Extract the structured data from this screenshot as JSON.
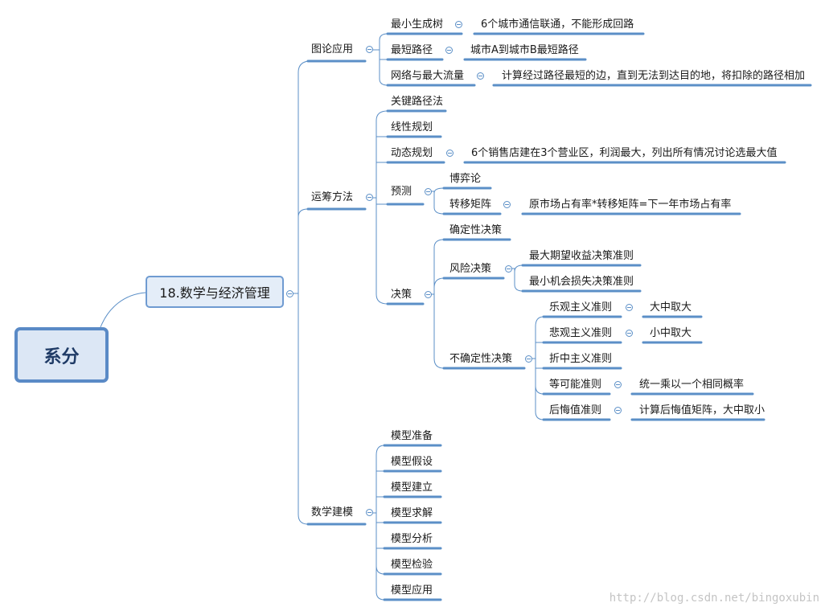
{
  "root": {
    "label": "系分"
  },
  "main_topic": {
    "label": "18.数学与经济管理"
  },
  "branches": {
    "graph": {
      "label": "图论应用",
      "mst": {
        "label": "最小生成树",
        "note": "6个城市通信联通，不能形成回路"
      },
      "shortest": {
        "label": "最短路径",
        "note": "城市A到城市B最短路径"
      },
      "flow": {
        "label": "网络与最大流量",
        "note": "计算经过路径最短的边，直到无法到达目的地，将扣除的路径相加"
      }
    },
    "or": {
      "label": "运筹方法",
      "cpm": {
        "label": "关键路径法"
      },
      "lp": {
        "label": "线性规划"
      },
      "dp": {
        "label": "动态规划",
        "note": "6个销售店建在3个营业区，利润最大，列出所有情况讨论选最大值"
      },
      "forecast": {
        "label": "预测",
        "game": {
          "label": "博弈论"
        },
        "markov": {
          "label": "转移矩阵",
          "note": "原市场占有率*转移矩阵=下一年市场占有率"
        }
      },
      "decision": {
        "label": "决策",
        "certain": {
          "label": "确定性决策"
        },
        "risk": {
          "label": "风险决策",
          "emv": {
            "label": "最大期望收益决策准则"
          },
          "eol": {
            "label": "最小机会损失决策准则"
          }
        },
        "uncertain": {
          "label": "不确定性决策",
          "optimistic": {
            "label": "乐观主义准则",
            "note": "大中取大"
          },
          "pessimistic": {
            "label": "悲观主义准则",
            "note": "小中取大"
          },
          "hurwicz": {
            "label": "折中主义准则"
          },
          "laplace": {
            "label": "等可能准则",
            "note": "统一乘以一个相同概率"
          },
          "regret": {
            "label": "后悔值准则",
            "note": "计算后悔值矩阵，大中取小"
          }
        }
      }
    },
    "model": {
      "label": "数学建模",
      "items": [
        "模型准备",
        "模型假设",
        "模型建立",
        "模型求解",
        "模型分析",
        "模型检验",
        "模型应用"
      ]
    }
  },
  "watermark": "http://blog.csdn.net/bingoxubin"
}
